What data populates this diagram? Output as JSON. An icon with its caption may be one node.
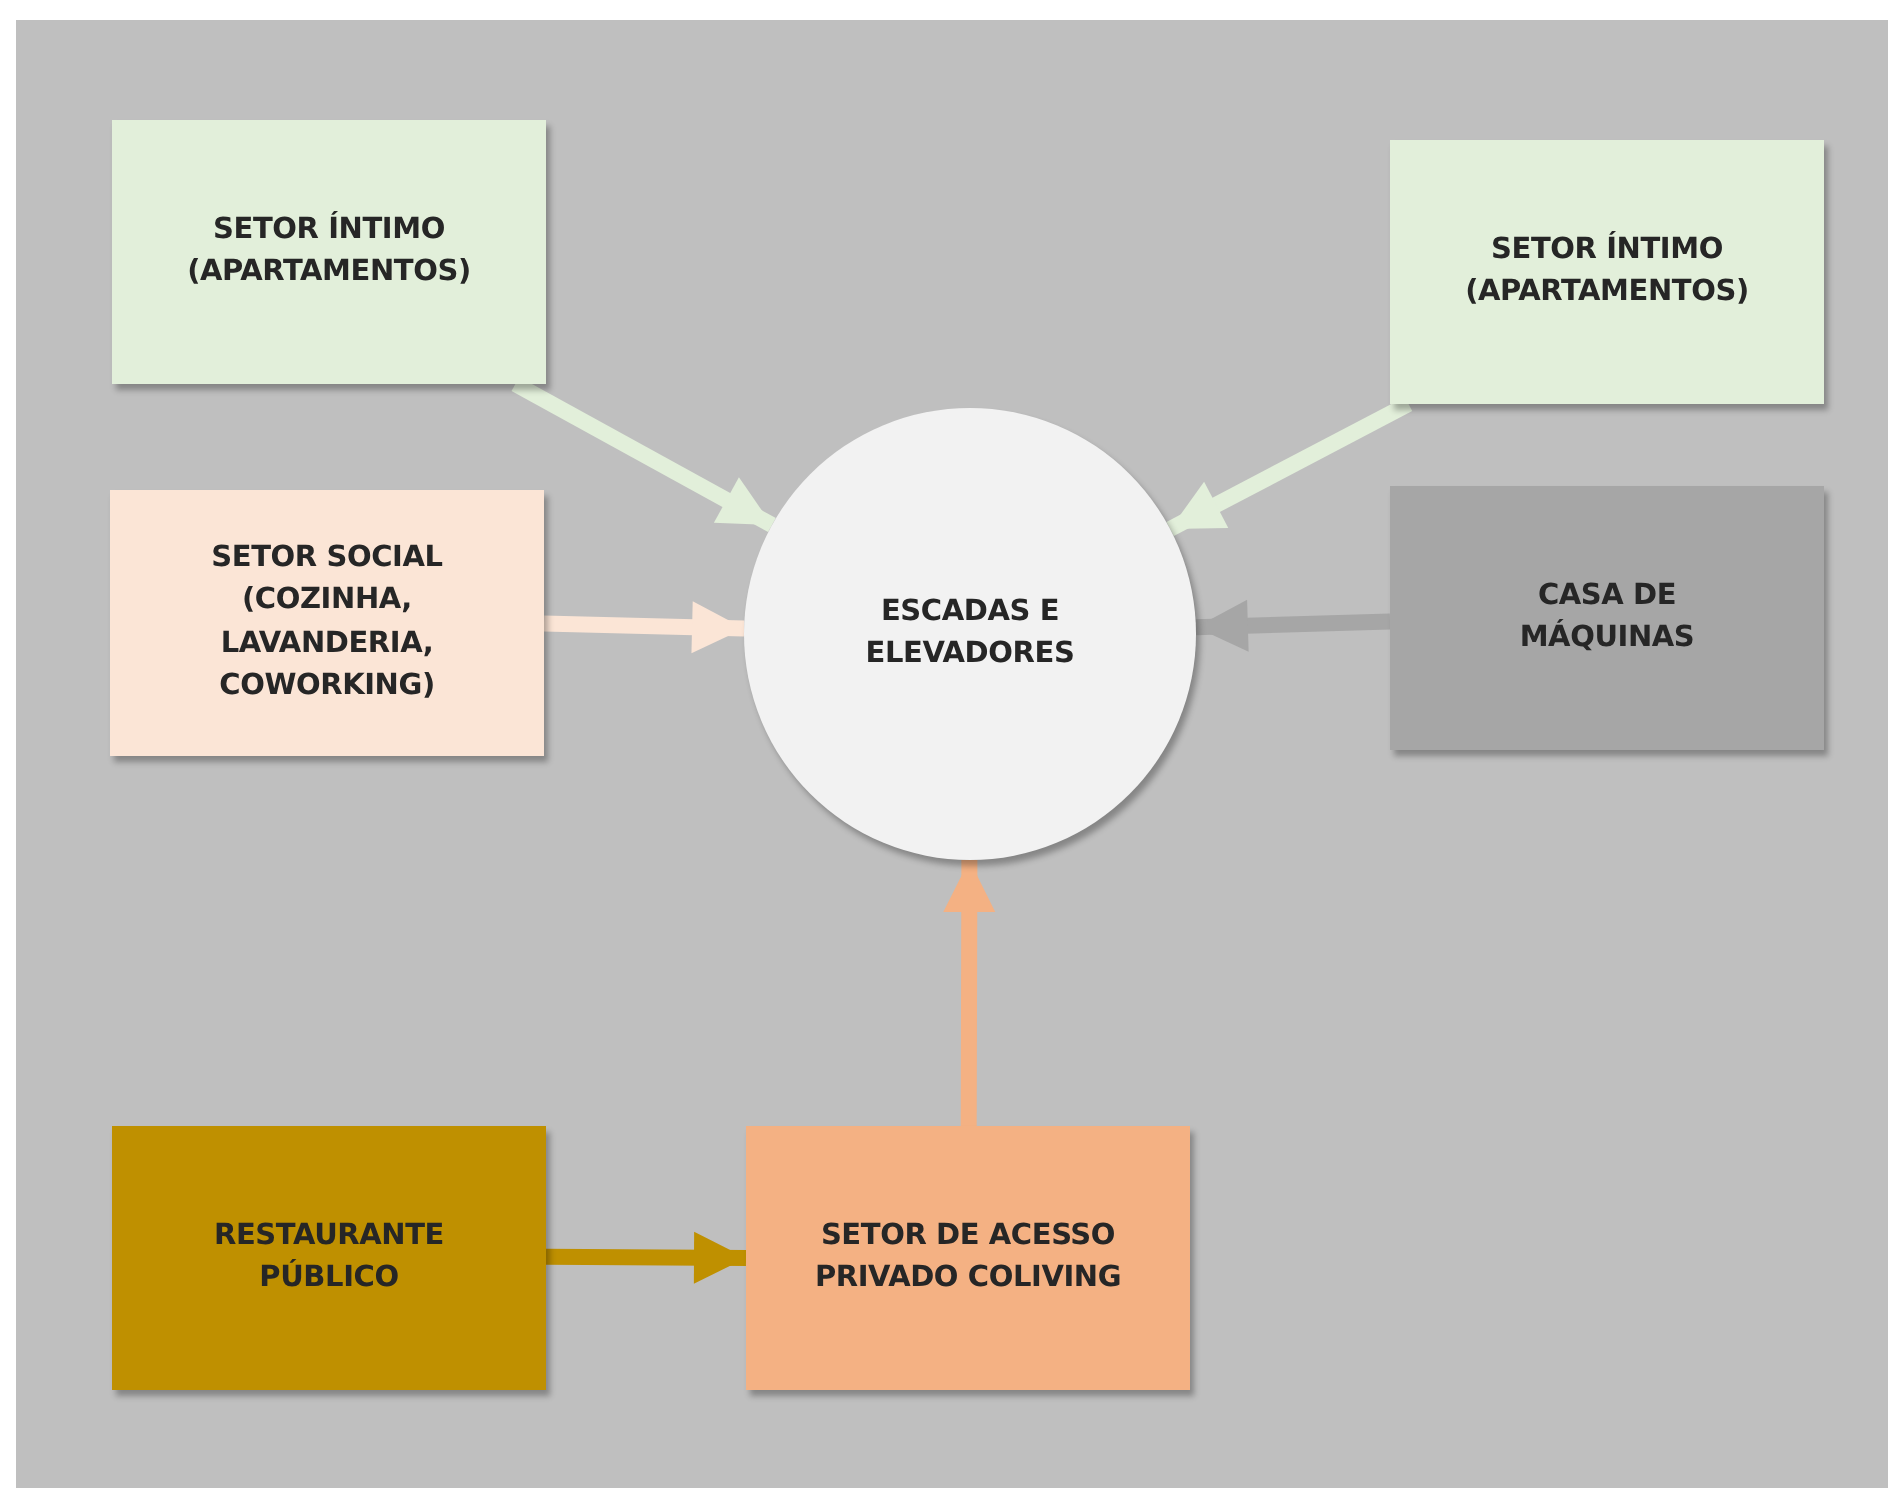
{
  "diagram": {
    "nodes": [
      {
        "text": [
          "SETOR ÍNTIMO (APARTAMENTOS)"
        ]
      },
      {
        "text": [
          "SETOR ÍNTIMO (APARTAMENTOS)"
        ]
      },
      {
        "text": [
          "SETOR SOCIAL (COZINHA, LAVANDERIA, COWORKING)"
        ]
      },
      {
        "text": [
          "ESCADAS E ELEVADORES"
        ]
      },
      {
        "text": [
          "CASA DE MÁQUINAS"
        ]
      },
      {
        "text": [
          "RESTAURANTE PÚBLICO"
        ]
      },
      {
        "text": [
          "SETOR DE ACESSO PRIVADO COLIVING"
        ]
      }
    ],
    "edges": [
      {
        "from": 0,
        "to": 3,
        "arrow": "to",
        "color": "#e2efda"
      },
      {
        "from": 1,
        "to": 3,
        "arrow": "to",
        "color": "#e2efda"
      },
      {
        "from": 2,
        "to": 3,
        "arrow": "to",
        "color": "#fbe5d6"
      },
      {
        "from": 4,
        "to": 3,
        "arrow": "to",
        "color": "#a6a6a6"
      },
      {
        "from": 5,
        "to": 6,
        "arrow": "to",
        "color": "#bf9000"
      },
      {
        "from": 6,
        "to": 3,
        "arrow": "to",
        "color": "#f4b183"
      }
    ]
  }
}
